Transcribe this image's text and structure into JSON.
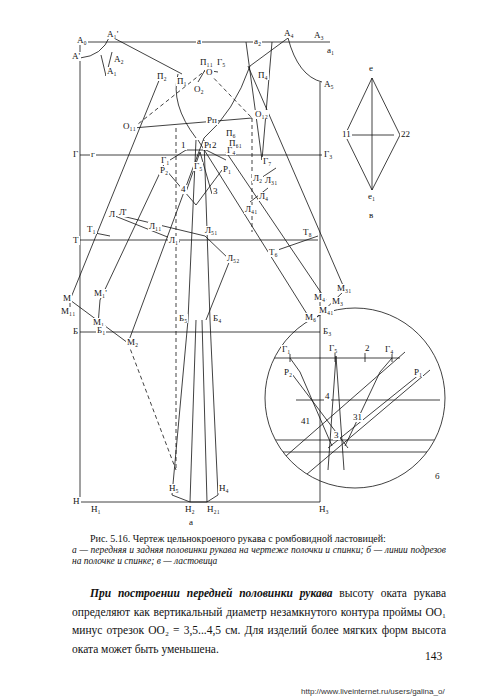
{
  "diagram": {
    "caption": "Рис. 5.16. Чертеж цельнокроеного рукава с ромбовидной ластовицей:",
    "labels": [
      "А₀",
      "А₁'",
      "а",
      "а₂",
      "А₄",
      "А₃",
      "а₁",
      "А'",
      "А₂",
      "А₁",
      "А₅",
      "П₁₁",
      "О",
      "Г₅",
      "П₂",
      "П₁",
      "П₄",
      "О₂",
      "О₁₁",
      "О₁₂",
      "Рп",
      "Рп₁",
      "П₆",
      "П₆₁",
      "Г",
      "г",
      "Г₃",
      "1",
      "2",
      "Г₄",
      "Г₁",
      "Г₅",
      "Р₂",
      "Р₁",
      "4",
      "3",
      "Г₇",
      "Л₂",
      "Л₃₁",
      "Л",
      "Л'",
      "Л₁₁",
      "Л₁",
      "Л₅₁",
      "Л₄",
      "Л₄₁",
      "Л₅₂",
      "Т",
      "Т₁",
      "Т₆",
      "Т₈",
      "М₃₁",
      "М₃",
      "М₄",
      "М₄₁",
      "М",
      "М₁'",
      "М₁₁",
      "М₁",
      "М₂",
      "М₆",
      "Б",
      "Б₁",
      "Б₅",
      "Б₄",
      "Б₃",
      "Н",
      "Н₁",
      "Н₅",
      "Н₄",
      "Н₂",
      "Н₂₁",
      "Н₃",
      "а",
      "е",
      "11",
      "22",
      "е₁",
      "в",
      "Г₁",
      "Г₅",
      "2",
      "Г₄",
      "Р₂",
      "Р₁",
      "4",
      "41",
      "31",
      "3",
      "б",
      "а — передняя и задняя половинки рукава на чертеже полочки и спинки; б — линии подрезов на полочке и спинке; в — ластовица",
      "При построении передней половинки рукава",
      "высоту оката рукава определяют как вертикальный диаметр незамкнутого контура проймы ОО₁ минус отрезок ОО₂ = 3,5...4,5 см. Для изделий более мягких форм высота оката может быть уменьшена.",
      "143",
      "http://www.liveinternet.ru/users/galina_o/"
    ]
  }
}
